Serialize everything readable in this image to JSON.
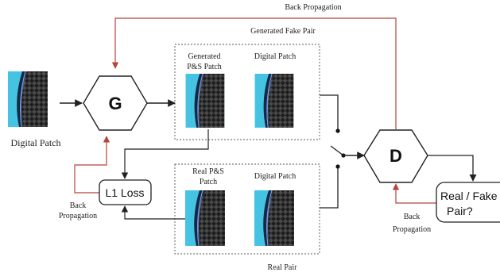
{
  "generator": {
    "label": "G"
  },
  "discriminator": {
    "label": "D"
  },
  "loss": {
    "label": "L1 Loss"
  },
  "output": {
    "line1": "Real / Fake",
    "line2": "Pair?"
  },
  "input_caption": "Digital Patch",
  "fake_pair": {
    "title": "Generated Fake Pair",
    "left_label_line1": "Generated",
    "left_label_line2": "P&S Patch",
    "right_label": "Digital Patch"
  },
  "real_pair": {
    "title": "Real Pair",
    "left_label_line1": "Real P&S",
    "left_label_line2": "Patch",
    "right_label": "Digital Patch"
  },
  "back_propagation": {
    "top": "Back Propagation",
    "left_line1": "Back",
    "left_line2": "Propagation",
    "right_line1": "Back",
    "right_line2": "Propagation"
  },
  "colors": {
    "arrow": "#222222",
    "feedback": "#b5453a",
    "patch_blue": "#3b9bd6",
    "patch_cyan": "#40c6de",
    "tire_dark": "#1d1d1d"
  }
}
